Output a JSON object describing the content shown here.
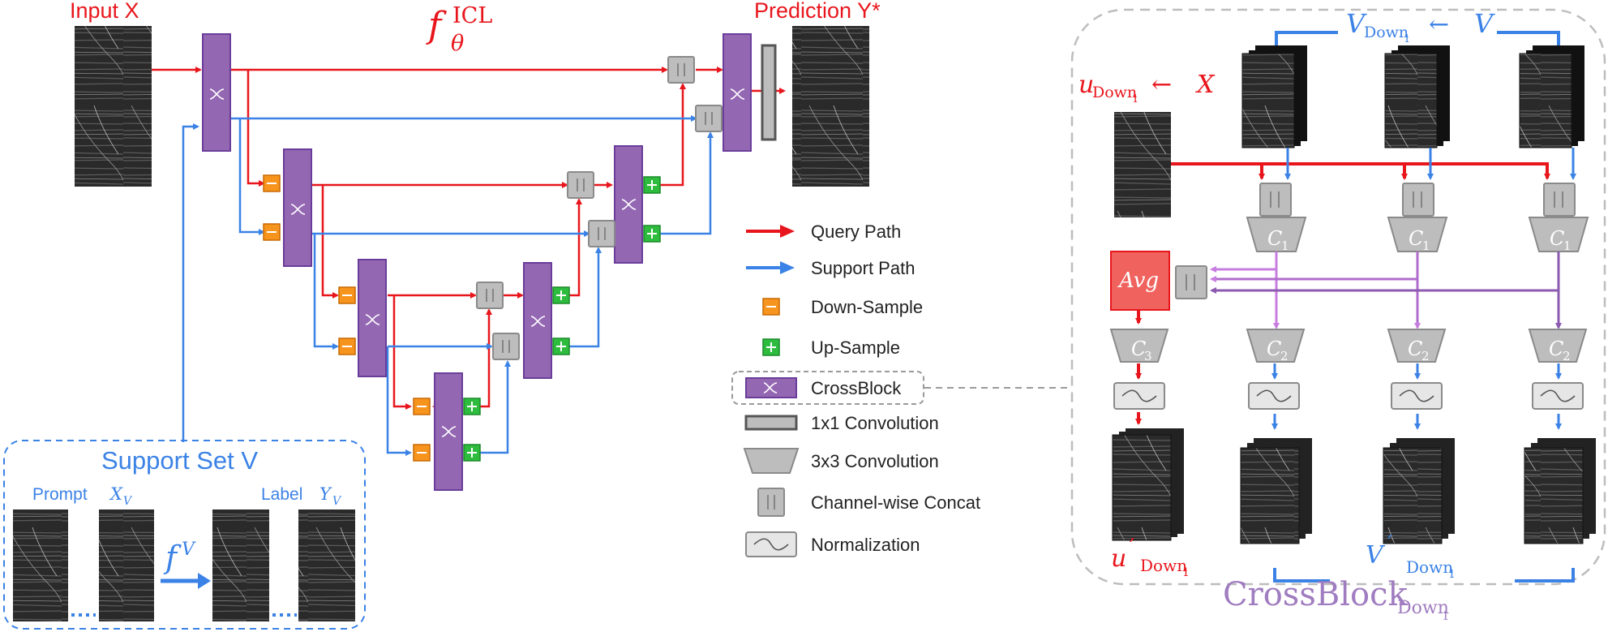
{
  "colors": {
    "query": "#e8161c",
    "support": "#3b82e6",
    "down": "#f7941d",
    "up": "#2ebc3f",
    "crossblock": "#9467b3",
    "crossblock_border": "#6a3d9a",
    "gray": "#bdbdbd",
    "avg": "#f0625e",
    "purple_light": "#c77de0",
    "purple_dark": "#8c5bb0",
    "crossblock_title": "#a07cc0"
  },
  "unet": {
    "input_label": "Input X",
    "prediction_label": "Prediction Y*",
    "model_label_main": "f",
    "model_label_sub": "θ",
    "model_label_sup": "ICL"
  },
  "support": {
    "title": "Support Set V",
    "prompt_label": "Prompt",
    "prompt_var": "X",
    "prompt_sub": "V",
    "label_label": "Label",
    "label_var": "Y",
    "label_sub": "V",
    "fv_main": "f",
    "fv_sup": "V"
  },
  "legend": {
    "items": [
      {
        "icon": "query-arrow",
        "label": "Query Path"
      },
      {
        "icon": "support-arrow",
        "label": "Support Path"
      },
      {
        "icon": "down-sample",
        "label": "Down-Sample"
      },
      {
        "icon": "up-sample",
        "label": "Up-Sample"
      },
      {
        "icon": "crossblock",
        "label": "CrossBlock"
      },
      {
        "icon": "conv1x1",
        "label": "1x1 Convolution"
      },
      {
        "icon": "conv3x3",
        "label": "3x3 Convolution"
      },
      {
        "icon": "concat",
        "label": "Channel-wise Concat"
      },
      {
        "icon": "normalization",
        "label": "Normalization"
      }
    ]
  },
  "crossblock": {
    "v_assign": {
      "main": "V",
      "sub": "Down",
      "subsub": "1",
      "arrow": "←",
      "rhs": "V"
    },
    "u_assign": {
      "main": "u",
      "sub": "Down",
      "subsub": "1",
      "arrow": "←",
      "rhs": "X"
    },
    "avg_label": "Avg",
    "c1": {
      "main": "C",
      "sub": "1"
    },
    "c2": {
      "main": "C",
      "sub": "2"
    },
    "c3": {
      "main": "C",
      "sub": "3"
    },
    "u_out": {
      "main": "u",
      "prime": "´",
      "sub": "Down",
      "subsub": "1"
    },
    "v_out": {
      "main": "V",
      "prime": "´",
      "sub": "Down",
      "subsub": "1"
    },
    "title": {
      "main": "CrossBlock",
      "sub": "Down",
      "subsub": "1"
    }
  }
}
